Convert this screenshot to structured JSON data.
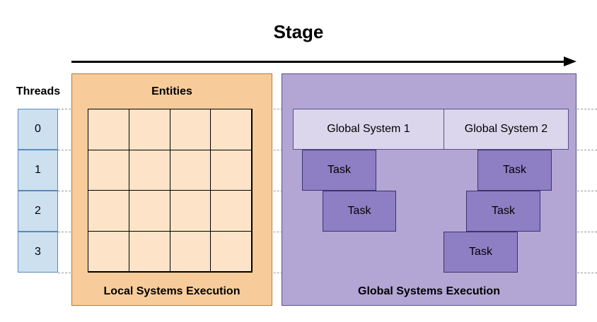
{
  "title": "Stage",
  "threads": {
    "label": "Threads",
    "items": [
      "0",
      "1",
      "2",
      "3"
    ]
  },
  "local": {
    "title": "Entities",
    "footer": "Local Systems Execution"
  },
  "global": {
    "footer": "Global Systems Execution",
    "systems": [
      "Global System 1",
      "Global System 2"
    ],
    "task_label": "Task"
  },
  "colors": {
    "local_panel": "#f8cc9a",
    "local_cell": "#fde4c8",
    "global_panel": "#b3a6d4",
    "global_system": "#dcd6ec",
    "task": "#8e7ec4",
    "thread": "#cce0f0"
  }
}
